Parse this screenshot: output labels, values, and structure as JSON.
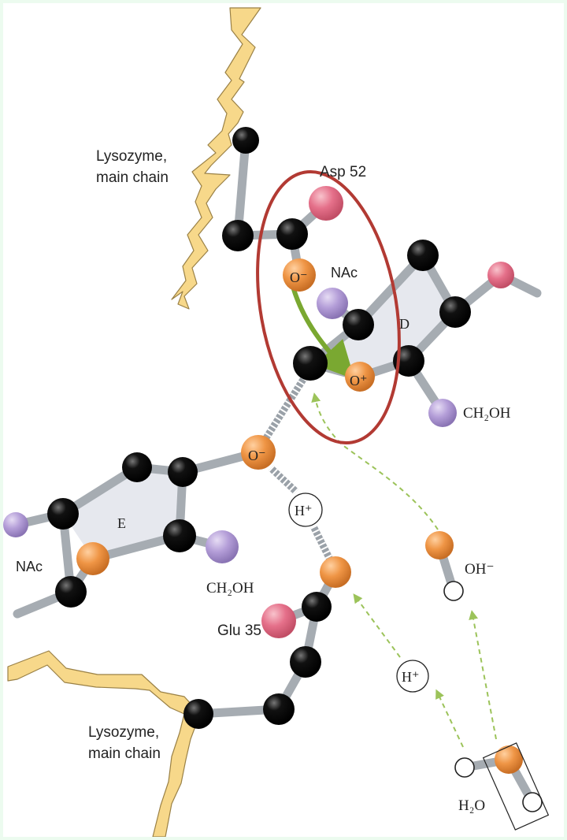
{
  "labels": {
    "lysozyme_top_line1": "Lysozyme,",
    "lysozyme_top_line2": "main chain",
    "lysozyme_bottom_line1": "Lysozyme,",
    "lysozyme_bottom_line2": "main chain",
    "asp52": "Asp 52",
    "glu35": "Glu 35",
    "nac_ring_d": "NAc",
    "nac_ring_e": "NAc",
    "ring_d": "D",
    "ring_e": "E",
    "ch2oh_d": "CH₂OH",
    "ch2oh_e": "CH₂OH",
    "o_minus_asp": "O⁻",
    "o_plus_ring": "O⁺",
    "o_minus_glycosidic": "O⁻",
    "h_plus_upper": "H⁺",
    "h_plus_lower": "H⁺",
    "oh_minus": "OH⁻",
    "h2o": "H₂O"
  },
  "colors": {
    "background": "#ffffff",
    "page_border": "#ecfbef",
    "backbone_fill": "#f7d88a",
    "backbone_stroke": "#a38a4a",
    "bond": "#a6acb2",
    "carbon": "#111111",
    "oxygen": "#ef9545",
    "hydroxyl_oxygen": "#e5708a",
    "substituent": "#b49ed8",
    "hydrogen": "#ffffff",
    "ring_fill": "#e6e8ee",
    "highlight_ellipse": "#b23a33",
    "arrow_green": "#8ab83c",
    "dashed_arrow": "#9cc35a"
  }
}
